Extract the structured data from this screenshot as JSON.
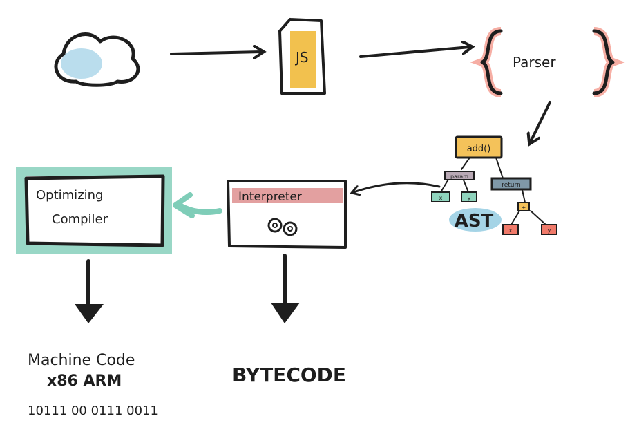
{
  "diagram": {
    "source": {
      "icon": "cloud-icon"
    },
    "js_file": {
      "label": "JS",
      "icon": "file-icon"
    },
    "parser": {
      "label": "Parser"
    },
    "ast": {
      "label": "AST",
      "root": "add()",
      "param": "param",
      "param_children": [
        "x",
        "y"
      ],
      "return": "return",
      "op": "+",
      "op_children": [
        "x",
        "y"
      ]
    },
    "interpreter": {
      "label": "Interpreter",
      "icon": "gears-icon"
    },
    "compiler": {
      "label_line1": "Optimizing",
      "label_line2": "Compiler"
    },
    "bytecode": {
      "label": "BYTECODE"
    },
    "machine_code": {
      "line1": "Machine Code",
      "line2": "x86  ARM",
      "line3": "10111 00 0111 0011"
    },
    "colors": {
      "cloud": "#a9d4e8",
      "js": "#f2c14e",
      "parser": "#f28b7d",
      "interpreter": "#d98080",
      "compiler": "#7fcdb8",
      "ast_root": "#f4c25a",
      "ast_param": "#b9a9b5",
      "ast_return": "#7f98a8",
      "ast_leaf": "#8fd4bd",
      "ast_red": "#f07a6a",
      "ast_label": "#8ec9e0"
    }
  }
}
